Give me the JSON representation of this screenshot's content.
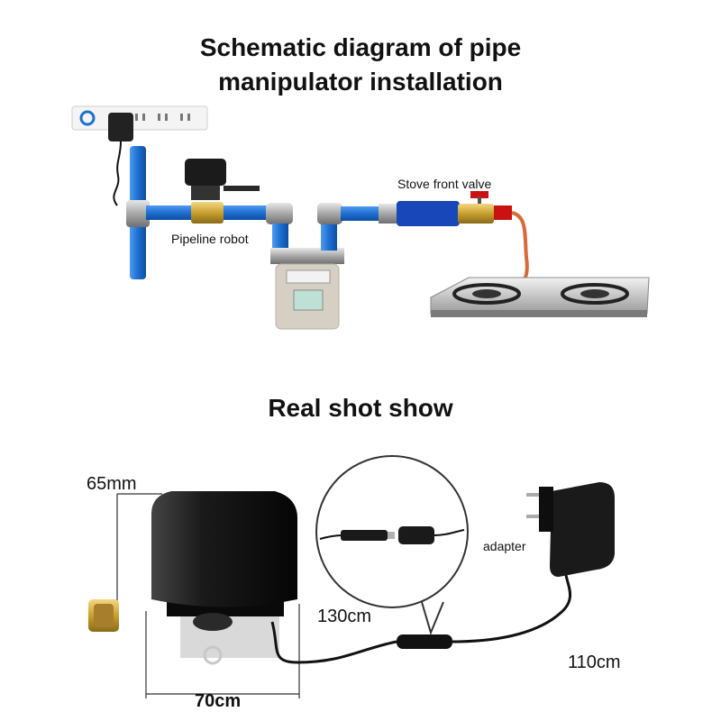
{
  "top_section": {
    "title_line1": "Schematic diagram of pipe",
    "title_line2": "manipulator installation",
    "labels": {
      "pipeline_robot": "Pipeline robot",
      "stove_front_valve": "Stove front valve"
    }
  },
  "bottom_section": {
    "title": "Real shot show",
    "dimensions": {
      "height": "65mm",
      "width": "70cm",
      "cable_1": "130cm",
      "cable_2": "110cm"
    },
    "labels": {
      "adapter": "adapter"
    }
  },
  "colors": {
    "pipe_blue": "#1f6fd1",
    "valve_gold": "#c8a030",
    "gas_hose": "#d86a3a",
    "device_black": "#1a1a1a"
  }
}
